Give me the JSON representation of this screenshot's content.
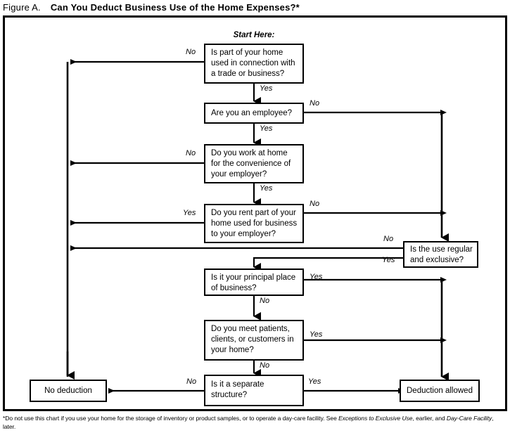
{
  "figure": {
    "label": "Figure A.",
    "title": "Can You Deduct Business Use of the Home Expenses?*"
  },
  "flowchart": {
    "start_label": "Start Here:",
    "nodes": {
      "q1": "Is part of your home used in connection with a trade or business?",
      "q2": "Are you an employee?",
      "q3": "Do you work at home for the convenience of your employer?",
      "q4": "Do you rent part of your home used for business to your employer?",
      "q5": "Is the use regular and exclusive?",
      "q6": "Is it your principal place of business?",
      "q7": "Do you meet patients, clients, or customers in your home?",
      "q8": "Is it a separate structure?",
      "no_deduction": "No deduction",
      "deduction_allowed": "Deduction allowed"
    },
    "edge_labels": {
      "q1_no": "No",
      "q1_yes": "Yes",
      "q2_no": "No",
      "q2_yes": "Yes",
      "q3_no": "No",
      "q3_yes": "Yes",
      "q4_yes": "Yes",
      "q4_no": "No",
      "q5_no": "No",
      "q5_yes": "Yes",
      "q6_yes": "Yes",
      "q6_no": "No",
      "q7_yes": "Yes",
      "q7_no": "No",
      "q8_no": "No",
      "q8_yes": "Yes"
    }
  },
  "footnote": {
    "marker": "*",
    "part1": "Do not use this chart if you use your home for the storage of inventory or product samples, or to operate a day-care facility. See ",
    "em1": "Exceptions to Exclusive Use",
    "part2": ", earlier, and ",
    "em2": "Day-Care Facility",
    "part3": ", later."
  },
  "colors": {
    "line": "#000000",
    "background": "#ffffff"
  }
}
